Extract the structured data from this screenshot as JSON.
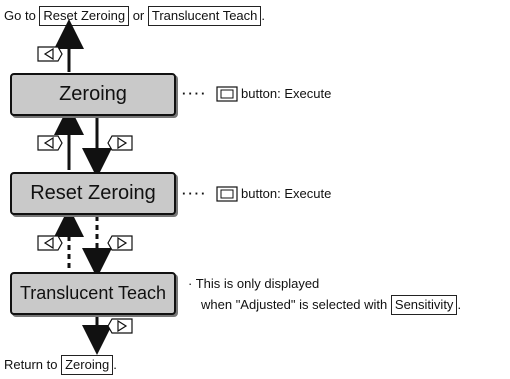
{
  "header": {
    "goto_prefix": "Go to",
    "link_reset": "Reset Zeroing",
    "or": "or",
    "link_translucent": "Translucent Teach",
    "period": "."
  },
  "modes": {
    "zeroing": "Zeroing",
    "reset_zeroing": "Reset Zeroing",
    "translucent_teach": "Translucent Teach"
  },
  "annotations": {
    "dots": "····",
    "button_exec": "button: Execute",
    "note_line1": "This is only displayed",
    "note_line2_prefix": "when \"Adjusted\" is selected with",
    "note_sensitivity": "Sensitivity",
    "note_period": ".",
    "bullet": "·"
  },
  "footer": {
    "return_prefix": "Return to",
    "return_target": "Zeroing",
    "period": "."
  },
  "icons": {
    "left": "left-key-icon",
    "right": "right-key-icon",
    "enter": "enter-key-icon"
  }
}
